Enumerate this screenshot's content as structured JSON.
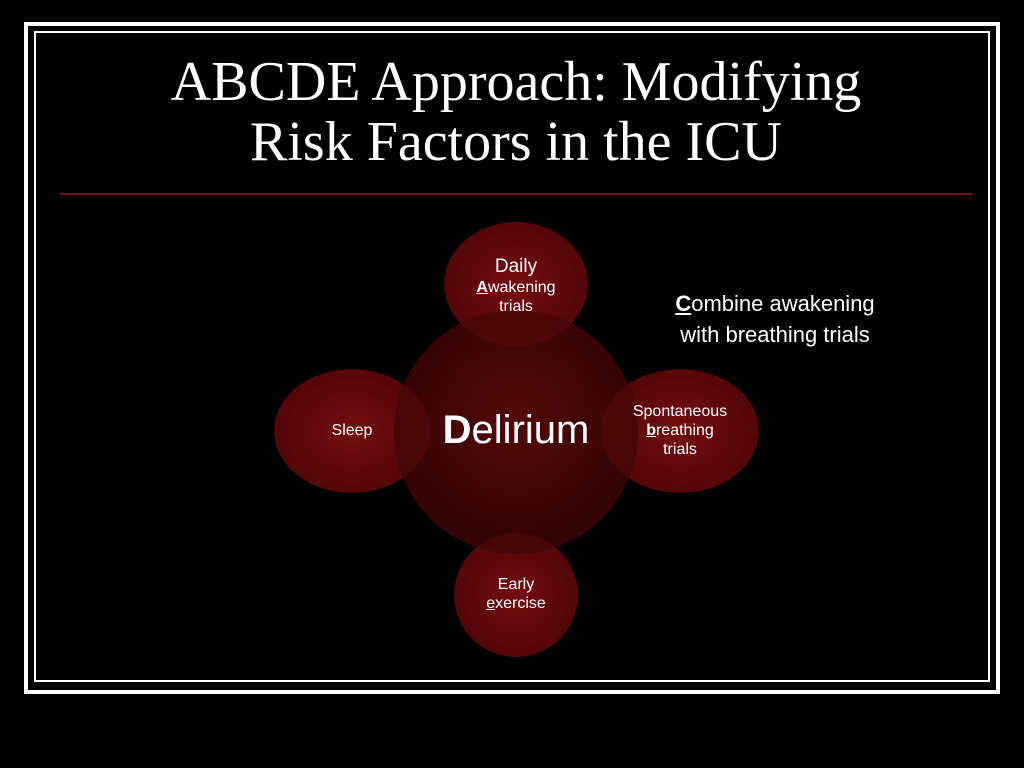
{
  "slide": {
    "title_line1": "ABCDE Approach: Modifying",
    "title_line2": "Risk Factors in the ICU"
  },
  "diagram": {
    "center": {
      "first_letter": "D",
      "rest": "elirium"
    },
    "awakening": {
      "line1": "Daily",
      "first_letter": "A",
      "rest": "wakening",
      "line3": "trials"
    },
    "breathing": {
      "line1": "Spontaneous",
      "first_letter": "b",
      "rest": "reathing",
      "line3": "trials"
    },
    "exercise": {
      "line1": "Early",
      "first_letter": "e",
      "rest": "xercise"
    },
    "sleep": {
      "label": "Sleep"
    }
  },
  "note": {
    "first_letter": "C",
    "rest_line1": "ombine awakening",
    "line2": "with breathing trials"
  },
  "colors": {
    "background": "#000000",
    "frame": "#ffffff",
    "divider": "#7a1010",
    "circle_fill": "#8a0f12",
    "circle_dark": "#3a0405",
    "text": "#ffffff"
  }
}
